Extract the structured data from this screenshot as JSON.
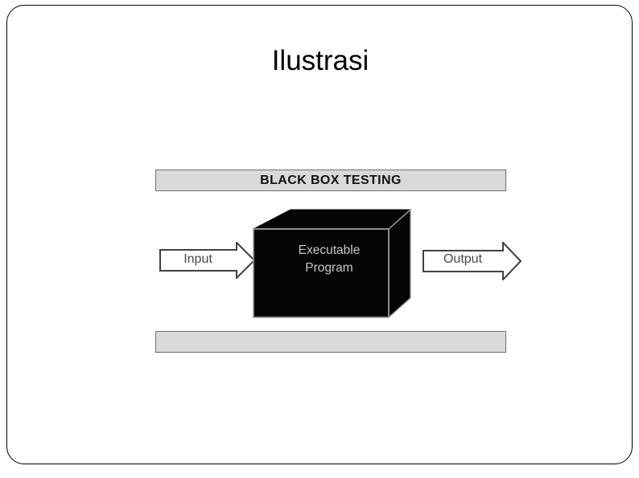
{
  "slide": {
    "title": "Ilustrasi",
    "frame_border_color": "#000000",
    "background_color": "#ffffff"
  },
  "diagram": {
    "name": "black-box-testing-illustration",
    "top_band": {
      "label": "BLACK BOX TESTING",
      "fill_color": "#d9d9d9",
      "border_color": "#6f6f73"
    },
    "bottom_band": {
      "label": "",
      "fill_color": "#d9d9d9",
      "border_color": "#6f6f73"
    },
    "box": {
      "line1": "Executable",
      "line2": "Program",
      "fill_color": "#050505",
      "edge_color": "#9b9b9b",
      "text_color": "#c6c6c6"
    },
    "input_arrow": {
      "label": "Input",
      "direction": "right",
      "fill_color": "#ffffff",
      "outline_color": "#404040",
      "text_color": "#4a4a4a"
    },
    "output_arrow": {
      "label": "Output",
      "direction": "right",
      "fill_color": "#ffffff",
      "outline_color": "#404040",
      "text_color": "#4a4a4a"
    }
  }
}
